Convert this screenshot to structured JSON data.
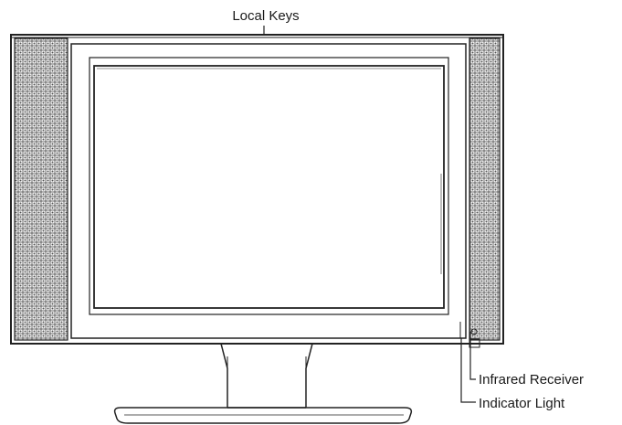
{
  "callouts": {
    "local_keys": "Local Keys",
    "infrared_receiver": "Infrared Receiver",
    "indicator_light": "Indicator Light"
  },
  "colors": {
    "line": "#222222",
    "speaker_grille": "#555555",
    "background": "#ffffff"
  }
}
